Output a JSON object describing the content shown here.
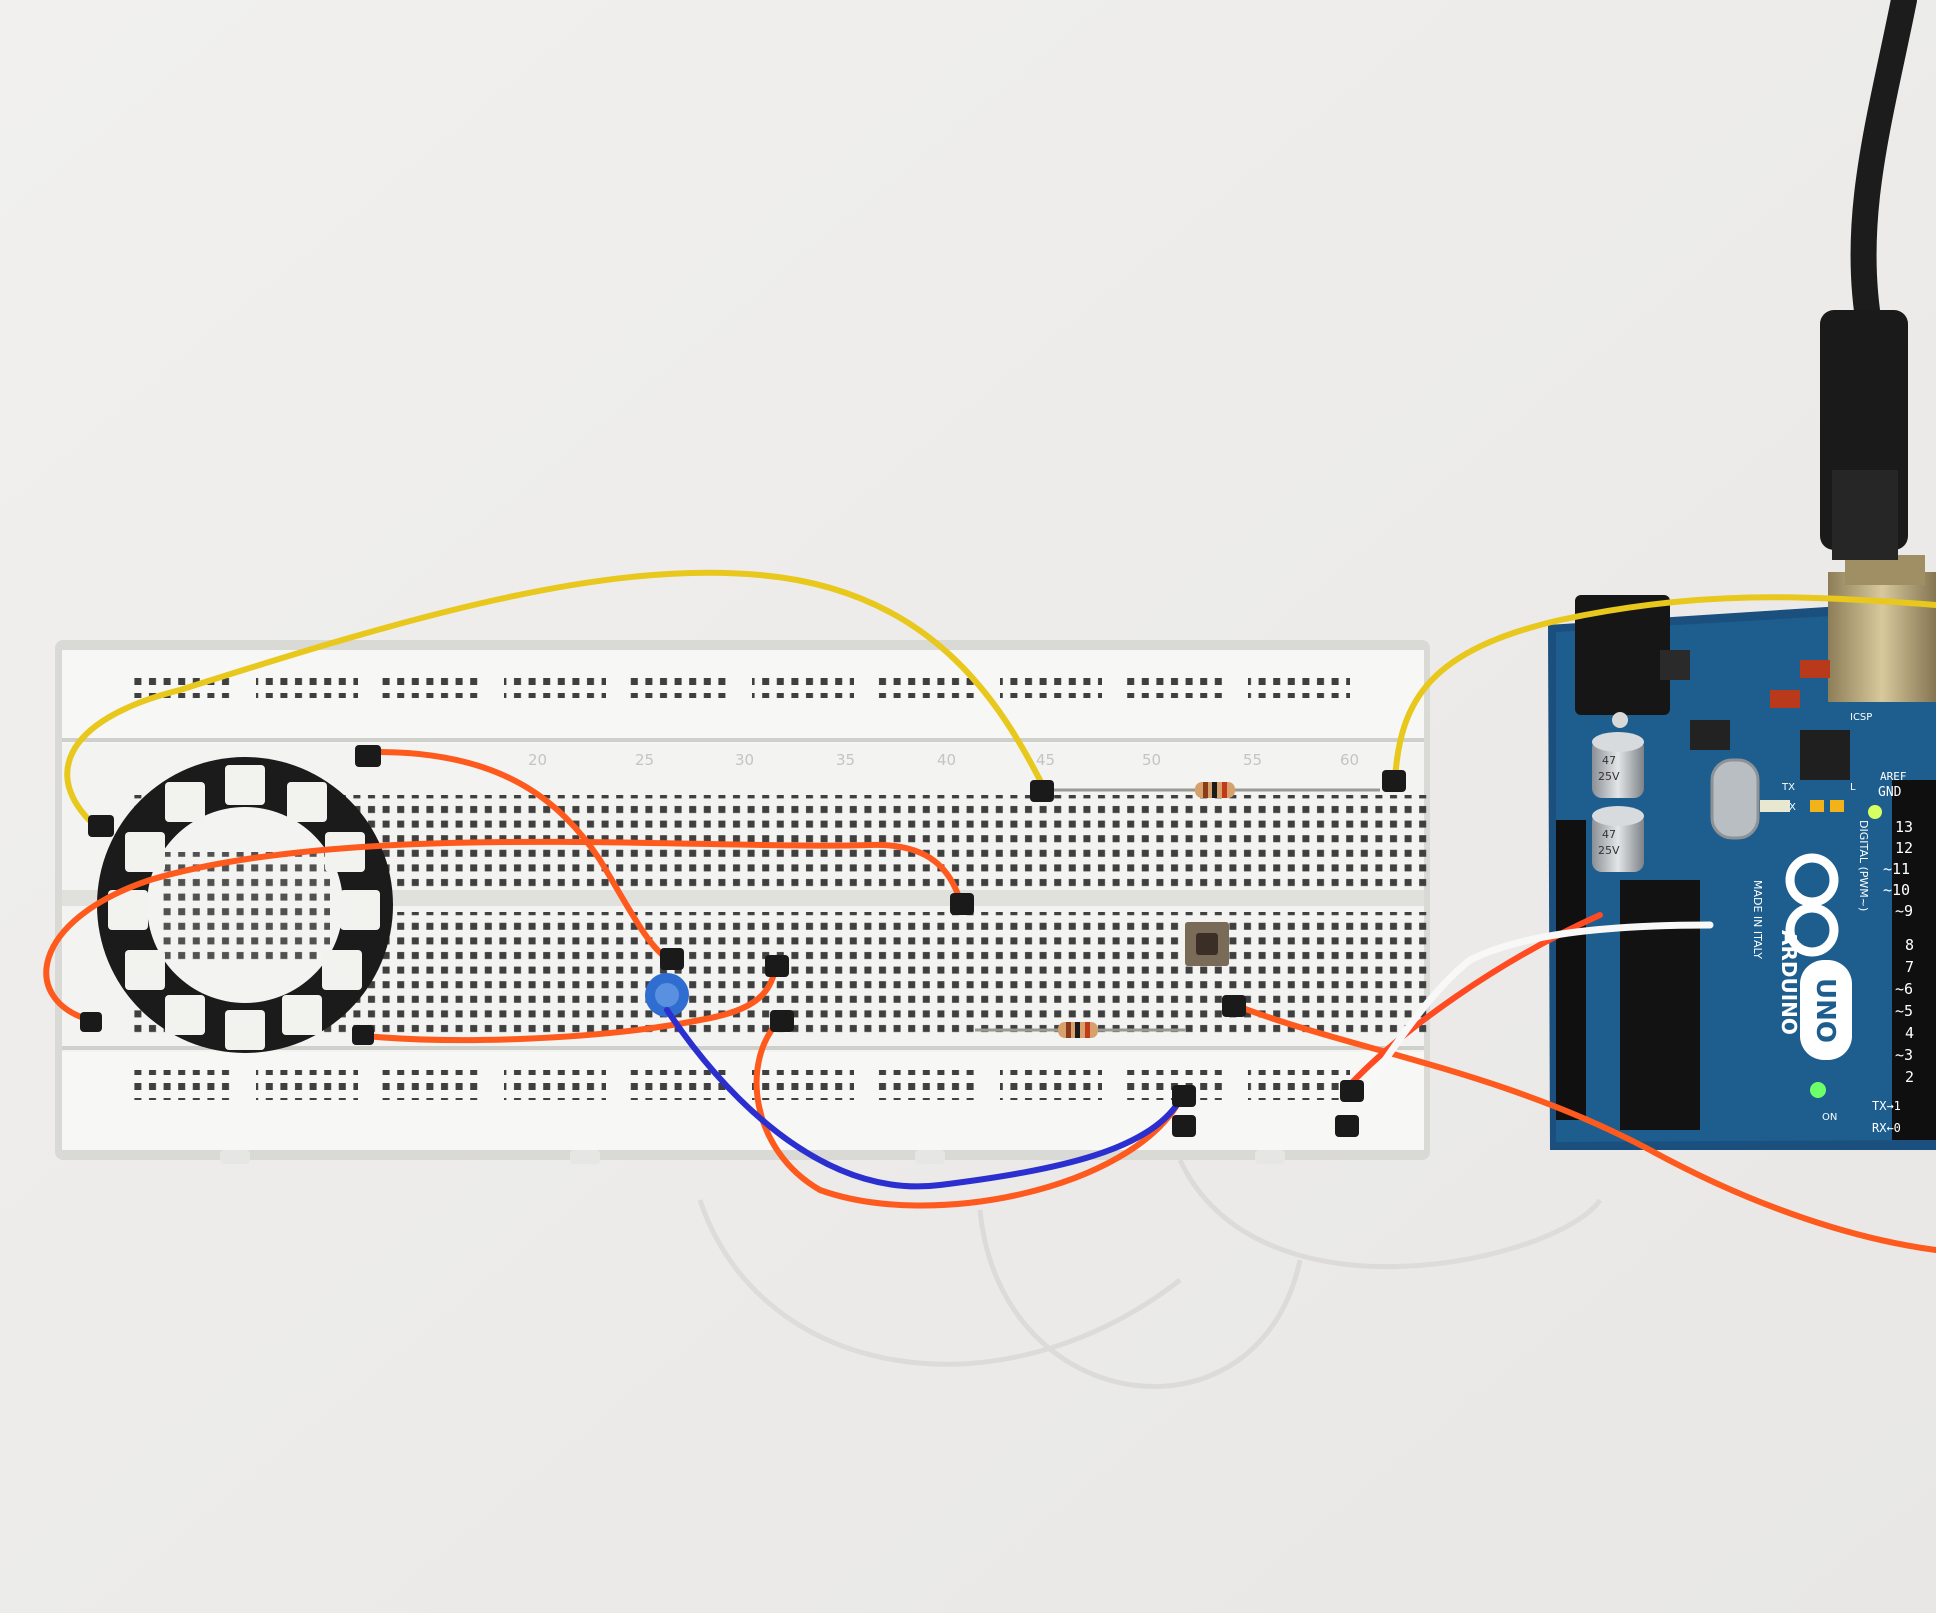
{
  "scene": {
    "breadboard": {
      "column_numbers": [
        "20",
        "25",
        "30",
        "35",
        "40",
        "45",
        "50",
        "55",
        "60"
      ]
    },
    "arduino": {
      "model": "UNO",
      "brand": "ARDUINO",
      "origin": "MADE IN ITALY",
      "header_labels": [
        "AREF",
        "GND",
        "13",
        "12",
        "~11",
        "~10",
        "~9",
        "8",
        "7",
        "~6",
        "~5",
        "4",
        "~3",
        "2",
        "TX→1",
        "RX←0"
      ],
      "digital_label": "DIGITAL (PWM~)",
      "led_labels": [
        "TX",
        "RX",
        "L",
        "ON"
      ],
      "capacitor_labels": [
        "47",
        "25V"
      ],
      "icsp_label": "ICSP"
    },
    "colors": {
      "background": "#efeeec",
      "breadboard": "#f4f4f2",
      "board_blue": "#1d5e8f",
      "wire_yellow": "#e8c81c",
      "wire_orange": "#ff5a1e",
      "wire_blue": "#2b2fd0",
      "wire_white": "#f8f8f8",
      "usb_cable": "#1c1c1c"
    }
  }
}
